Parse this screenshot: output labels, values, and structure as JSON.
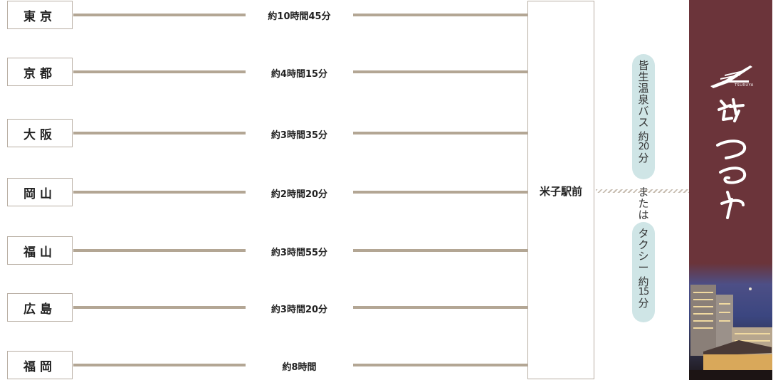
{
  "routes": [
    {
      "city": "東京",
      "time": "約10時間45分"
    },
    {
      "city": "京都",
      "time": "約4時間15分"
    },
    {
      "city": "大阪",
      "time": "約3時間35分"
    },
    {
      "city": "岡山",
      "time": "約2時間20分"
    },
    {
      "city": "福山",
      "time": "約3時間55分"
    },
    {
      "city": "広島",
      "time": "約3時間20分"
    },
    {
      "city": "福岡",
      "time": "約8時間"
    }
  ],
  "hub": "米子駅前",
  "connector": {
    "bus_name": "皆生温泉バス",
    "bus_time": "約20分",
    "or": "または",
    "taxi_name": "タクシー",
    "taxi_time": "約15分"
  },
  "brand": {
    "logo_text": "TSURUYA",
    "name": "皆生つるや"
  },
  "colors": {
    "line": "#b3a694",
    "banner": "#6b343a",
    "pill": "#cfe5e6"
  }
}
